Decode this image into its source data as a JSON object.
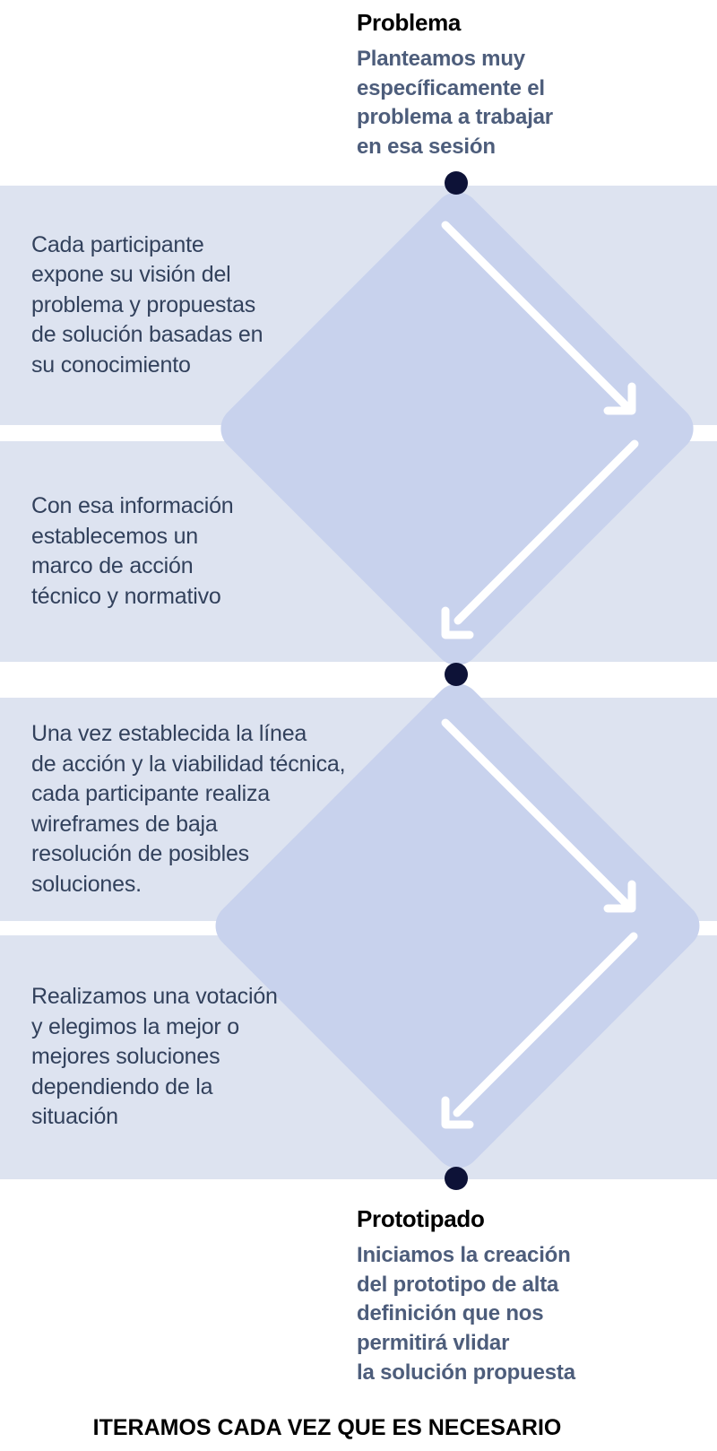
{
  "diagram": {
    "start": {
      "title": "Problema",
      "description": "Planteamos muy\nespecíficamente el\nproblema a trabajar\nen esa sesión"
    },
    "stages": [
      {
        "text": "Cada participante\nexpone su visión del\nproblema y propuestas\nde solución basadas en\nsu conocimiento"
      },
      {
        "text": "Con esa información\nestablecemos un\nmarco de acción\ntécnico y normativo"
      },
      {
        "text": "Una vez establecida la línea\nde acción y la viabilidad técnica,\ncada participante realiza\nwireframes de baja\nresolución de posibles\nsoluciones."
      },
      {
        "text": "Realizamos una votación\ny elegimos la mejor o\nmejores soluciones\ndependiendo de la\nsituación"
      }
    ],
    "end": {
      "title": "Prototipado",
      "description": "Iniciamos la creación\ndel prototipo de alta\ndefinición que nos\npermitirá vlidar\nla solución propuesta"
    },
    "footer": "ITERAMOS CADA VEZ QUE ES NECESARIO",
    "colors": {
      "band_background": "#dde3f0",
      "diamond_fill": "#c8d2ed",
      "milestone_dot": "#0d1237",
      "stage_text": "#32415c",
      "label_description": "#4d5d7b",
      "heading_text": "#000000",
      "arrow": "#ffffff"
    }
  }
}
